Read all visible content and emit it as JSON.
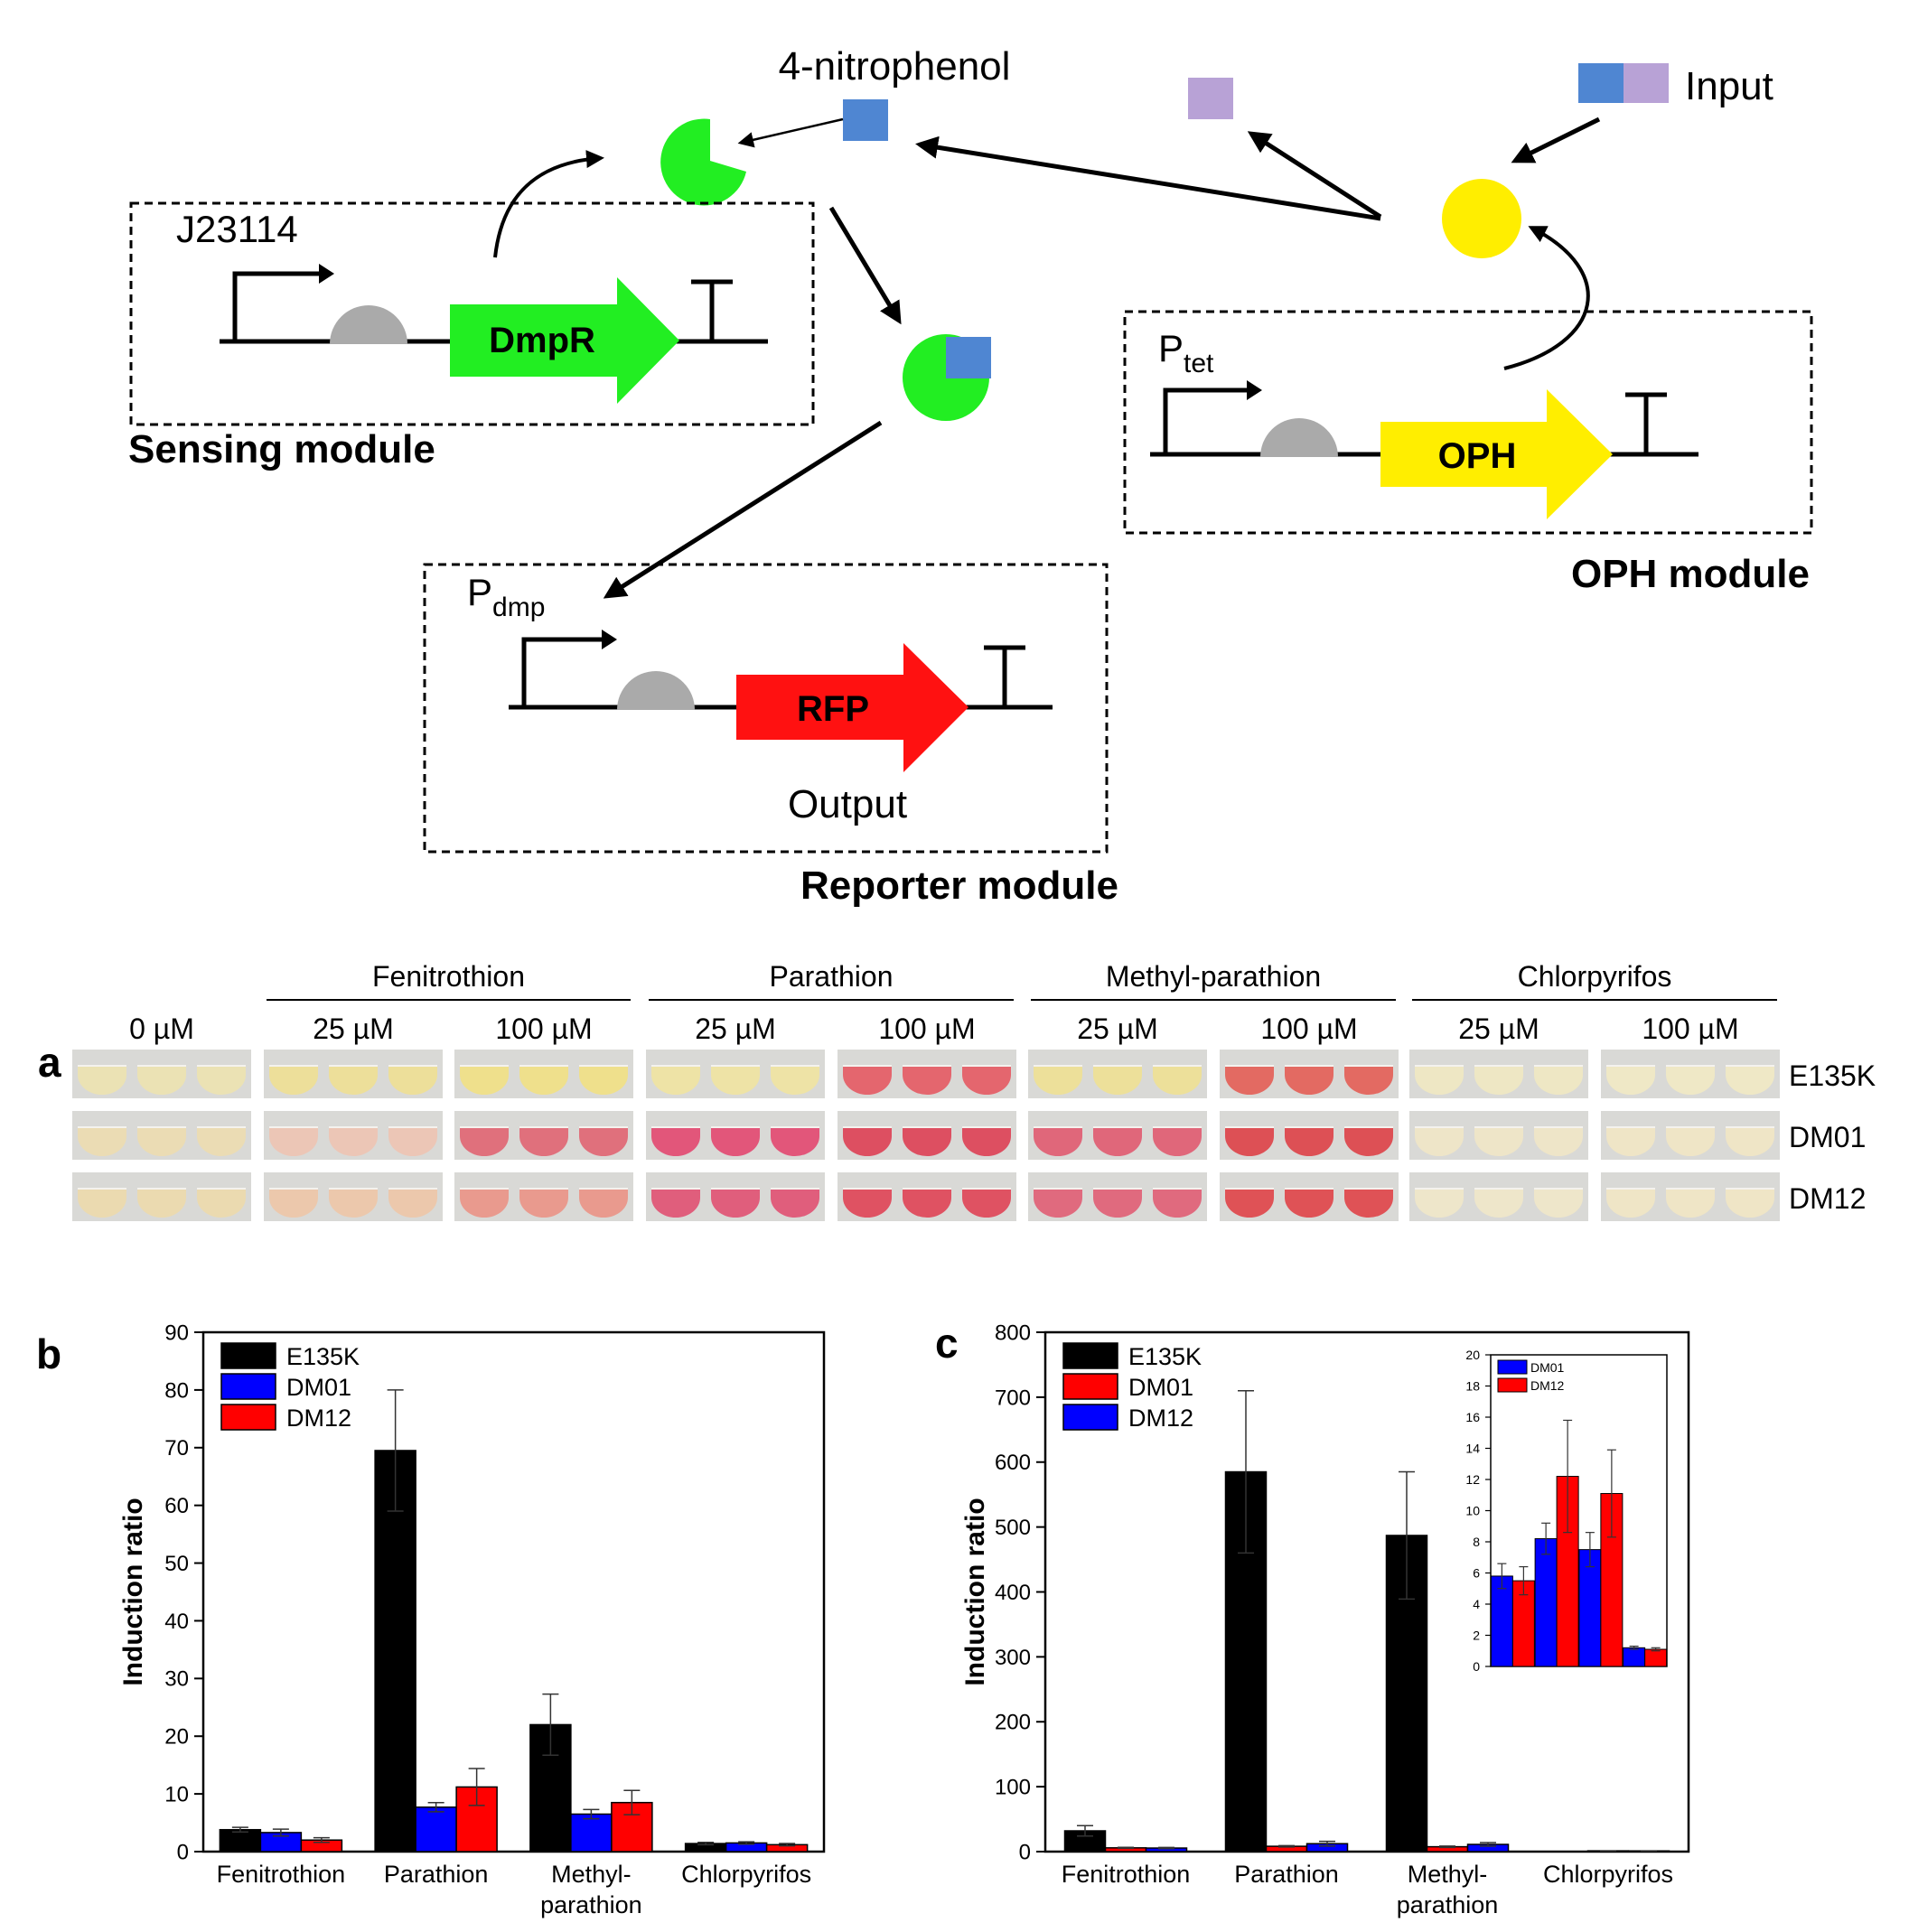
{
  "diagram": {
    "nitrophenol_label": "4-nitrophenol",
    "input_label": "Input",
    "output_label": "Output",
    "sensing": {
      "promoter": "J23114",
      "gene": "DmpR",
      "title": "Sensing module"
    },
    "oph": {
      "promoter_main": "P",
      "promoter_sub": "tet",
      "gene": "OPH",
      "title": "OPH module"
    },
    "reporter": {
      "promoter_main": "P",
      "promoter_sub": "dmp",
      "gene": "RFP",
      "title": "Reporter module"
    },
    "colors": {
      "dmpr": "#22ee22",
      "oph": "#ffee00",
      "rfp": "#ff1111",
      "rbs": "#aaaaaa",
      "nitro_square": "#4f86d2",
      "leaving_square": "#b8a2d6",
      "yellow_enzyme": "#ffee00"
    }
  },
  "panel_a": {
    "letter": "a",
    "groups": [
      "Fenitrothion",
      "Parathion",
      "Methyl-parathion",
      "Chlorpyrifos"
    ],
    "columns": [
      "0 µM",
      "25 µM",
      "100 µM",
      "25 µM",
      "100 µM",
      "25 µM",
      "100 µM",
      "25 µM",
      "100 µM"
    ],
    "rows": [
      "E135K",
      "DM01",
      "DM12"
    ],
    "well_colors": [
      [
        "#ebe2b4",
        "#eddf9a",
        "#efe08c",
        "#eee3a6",
        "#e4666e",
        "#ede09a",
        "#e36a62",
        "#eee7c4",
        "#efe8c6"
      ],
      [
        "#ebdcb4",
        "#ecc6b6",
        "#e0707c",
        "#e2567a",
        "#dd4f61",
        "#e0677a",
        "#dd5055",
        "#eee5c8",
        "#efe5c6"
      ],
      [
        "#ebdab0",
        "#ecc8ac",
        "#e99a8e",
        "#e05e7c",
        "#df5262",
        "#e06a7e",
        "#df5256",
        "#eee6ca",
        "#efe5c6"
      ]
    ]
  },
  "chart_data": [
    {
      "type": "bar",
      "panel": "b",
      "ylabel": "Induction ratio",
      "categories": [
        "Fenitrothion",
        "Parathion",
        "Methyl-parathion",
        "Chlorpyrifos"
      ],
      "category_lines": [
        [
          "Fenitrothion"
        ],
        [
          "Parathion"
        ],
        [
          "Methyl-",
          "parathion"
        ],
        [
          "Chlorpyrifos"
        ]
      ],
      "ylim": [
        0,
        90
      ],
      "yticks": [
        0,
        10,
        20,
        30,
        40,
        50,
        60,
        70,
        80,
        90
      ],
      "legend_position": "top-left",
      "series": [
        {
          "name": "E135K",
          "color": "#000000",
          "values": [
            3.8,
            69.5,
            22,
            1.4
          ],
          "errors": [
            0.4,
            10.5,
            5.3,
            0.2
          ]
        },
        {
          "name": "DM01",
          "color": "#0000ff",
          "values": [
            3.3,
            7.7,
            6.5,
            1.5
          ],
          "errors": [
            0.6,
            0.8,
            0.8,
            0.2
          ]
        },
        {
          "name": "DM12",
          "color": "#ff0000",
          "values": [
            2.0,
            11.2,
            8.5,
            1.2
          ],
          "errors": [
            0.4,
            3.2,
            2.1,
            0.2
          ]
        }
      ]
    },
    {
      "type": "bar",
      "panel": "c",
      "ylabel": "Induction ratio",
      "categories": [
        "Fenitrothion",
        "Parathion",
        "Methyl-parathion",
        "Chlorpyrifos"
      ],
      "category_lines": [
        [
          "Fenitrothion"
        ],
        [
          "Parathion"
        ],
        [
          "Methyl-",
          "parathion"
        ],
        [
          "Chlorpyrifos"
        ]
      ],
      "ylim": [
        0,
        800
      ],
      "yticks": [
        0,
        100,
        200,
        300,
        400,
        500,
        600,
        700,
        800
      ],
      "legend_position": "top-left",
      "series": [
        {
          "name": "E135K",
          "color": "#000000",
          "values": [
            32,
            585,
            487,
            0
          ],
          "errors": [
            8,
            125,
            98,
            0
          ]
        },
        {
          "name": "DM01",
          "color": "#ff0000",
          "values": [
            5.8,
            8.2,
            7.5,
            1.2
          ],
          "errors": [
            0.8,
            1.0,
            1.1,
            0.1
          ]
        },
        {
          "name": "DM12",
          "color": "#0000ff",
          "values": [
            5.5,
            12.2,
            11.1,
            1.1
          ],
          "errors": [
            0.9,
            3.6,
            2.8,
            0.1
          ]
        }
      ],
      "inset": {
        "ylim": [
          0,
          20
        ],
        "yticks": [
          0,
          2,
          4,
          6,
          8,
          10,
          12,
          14,
          16,
          18,
          20
        ],
        "series": [
          {
            "name": "DM01",
            "color": "#0000ff",
            "values": [
              5.8,
              8.2,
              7.5,
              1.2
            ],
            "errors": [
              0.8,
              1.0,
              1.1,
              0.1
            ]
          },
          {
            "name": "DM12",
            "color": "#ff0000",
            "values": [
              5.5,
              12.2,
              11.1,
              1.1
            ],
            "errors": [
              0.9,
              3.6,
              2.8,
              0.1
            ]
          }
        ]
      }
    }
  ]
}
